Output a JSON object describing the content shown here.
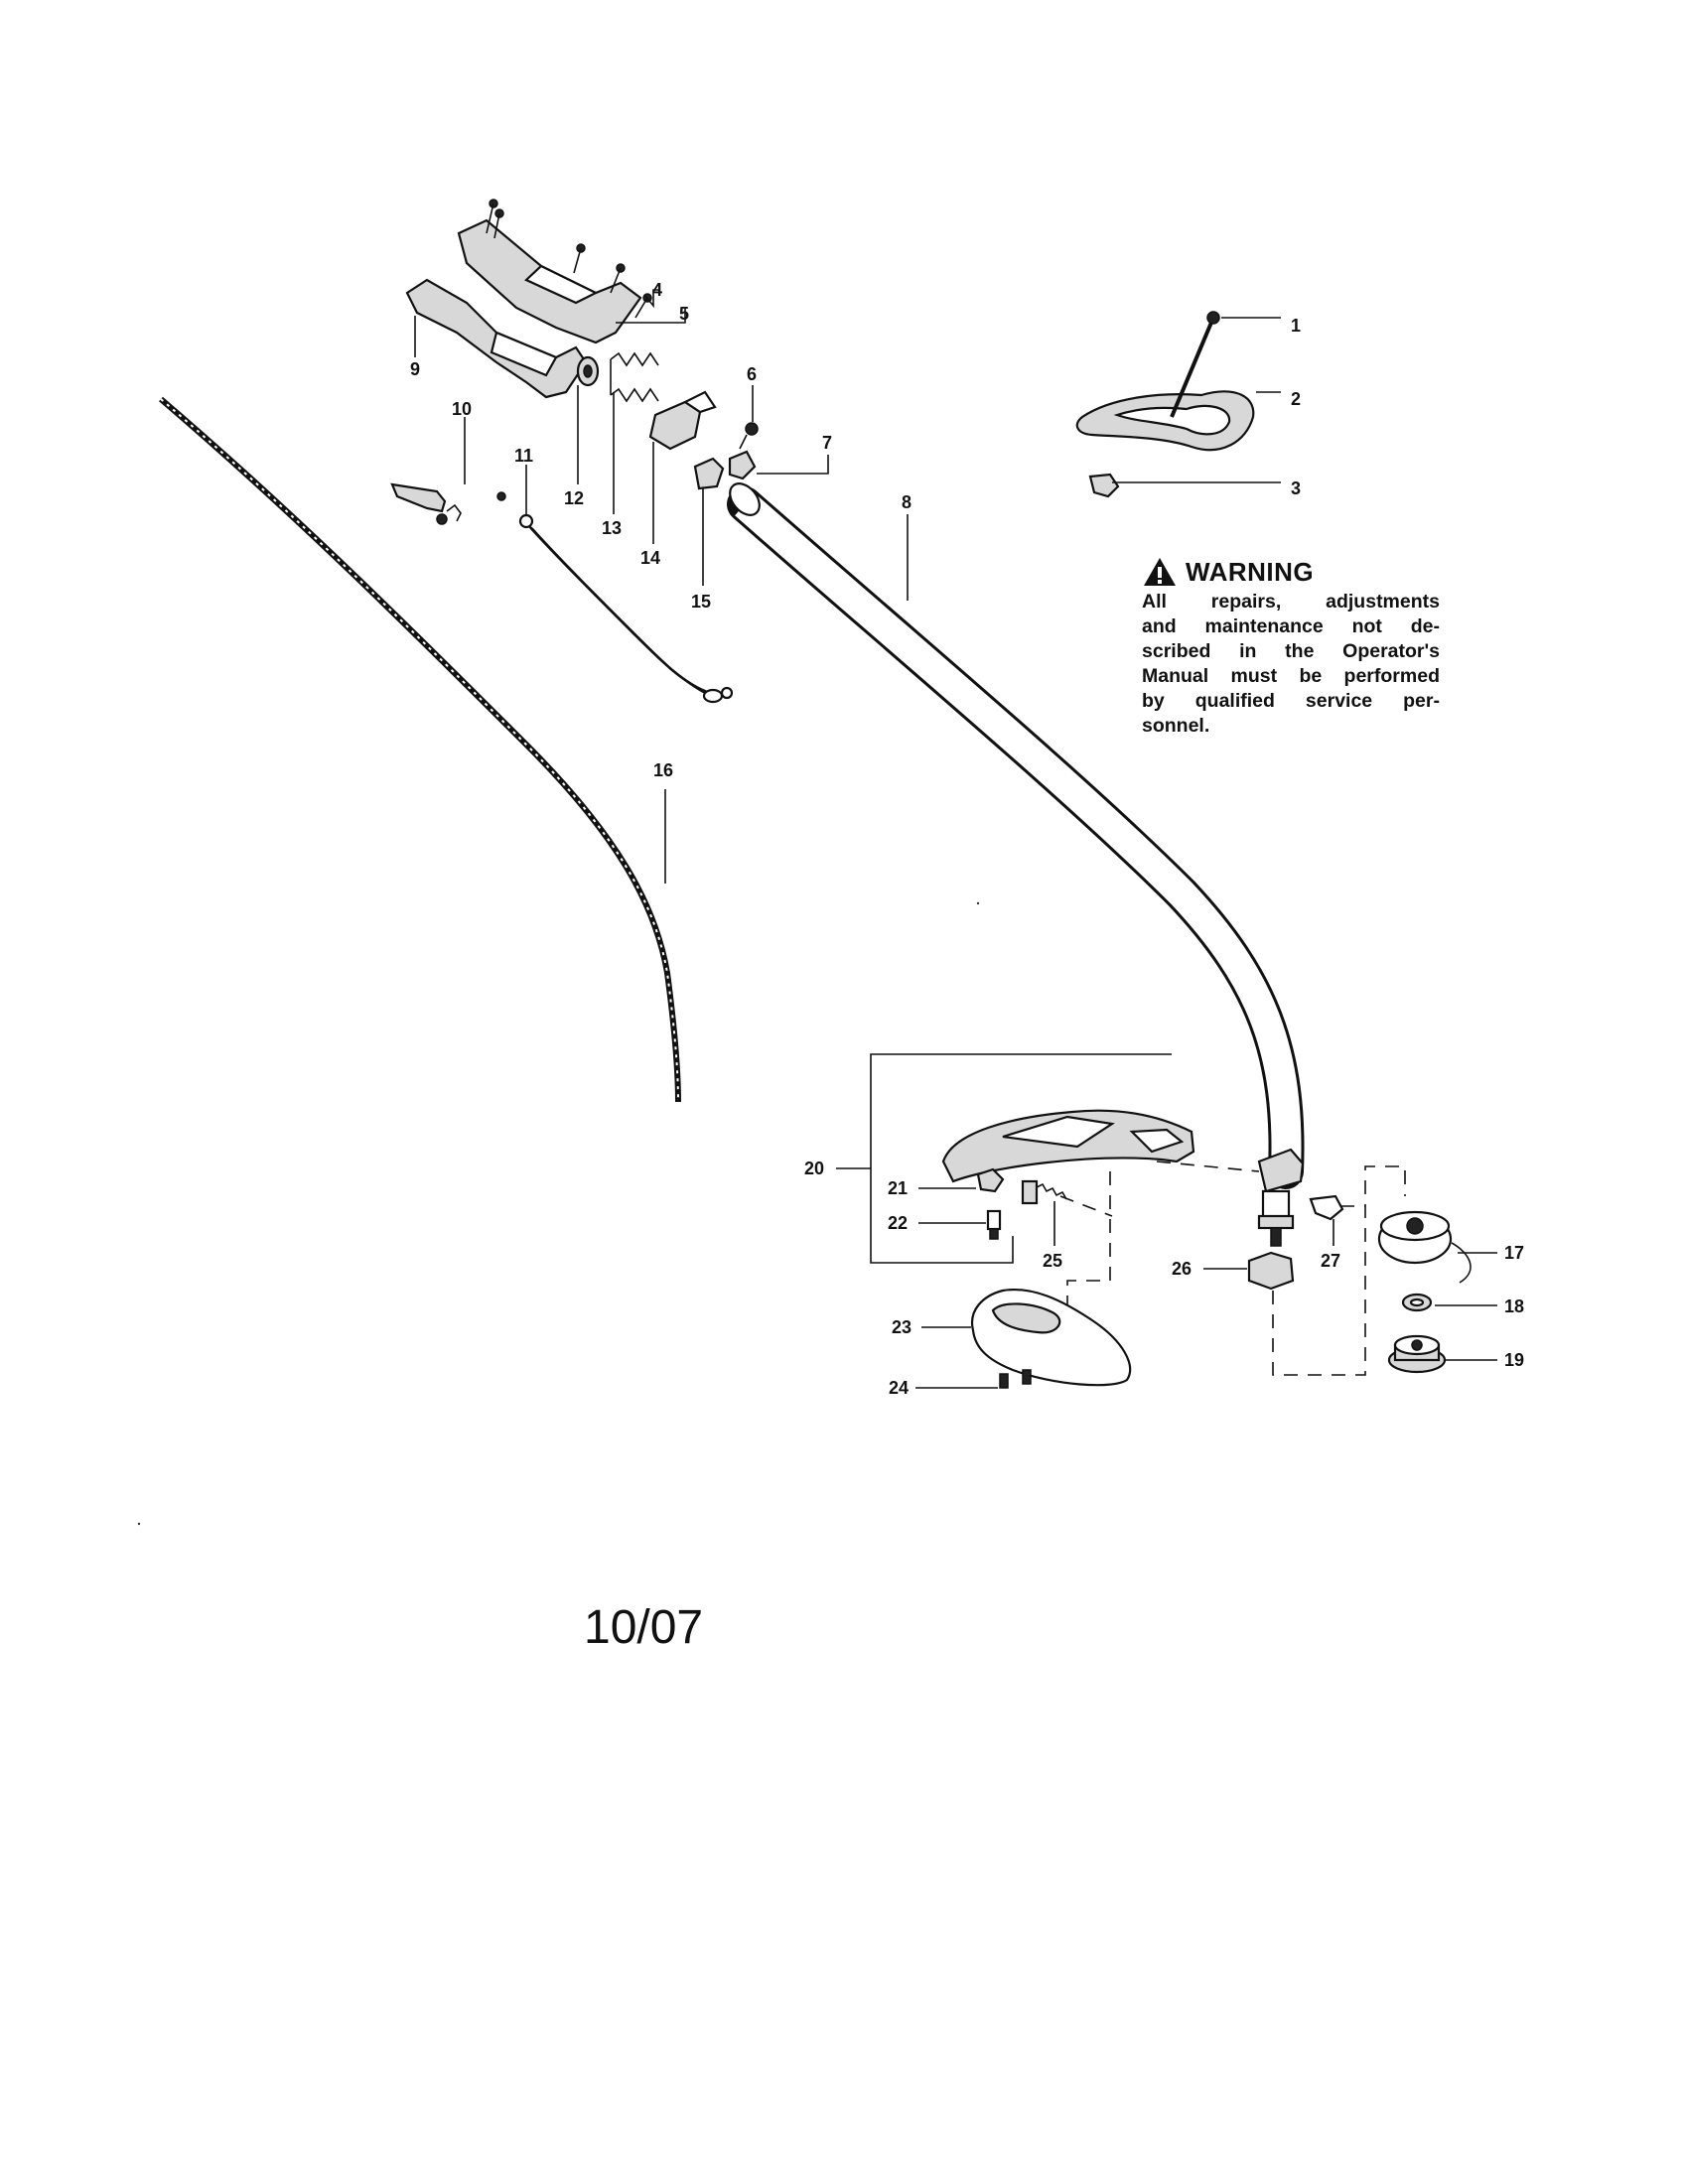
{
  "callouts": [
    "1",
    "2",
    "3",
    "4",
    "5",
    "6",
    "7",
    "8",
    "9",
    "10",
    "11",
    "12",
    "13",
    "14",
    "15",
    "16",
    "17",
    "18",
    "19",
    "20",
    "21",
    "22",
    "23",
    "24",
    "25",
    "26",
    "27"
  ],
  "warning": {
    "title": "WARNING",
    "lines": [
      "All repairs, adjustments",
      "and maintenance not de-",
      "scribed in the Operator's",
      "Manual must be performed",
      "by qualified service per-",
      "sonnel."
    ]
  },
  "date": "10/07"
}
